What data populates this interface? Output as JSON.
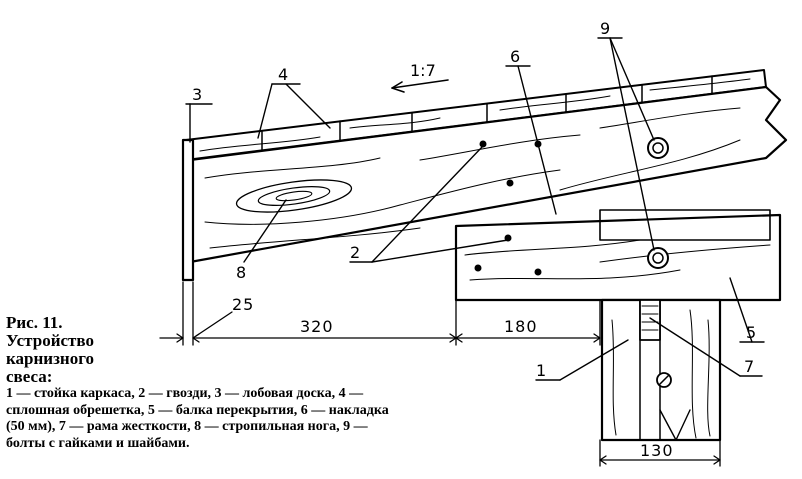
{
  "slope_label": "1:7",
  "callouts": {
    "c1": "1",
    "c2": "2",
    "c3": "3",
    "c4": "4",
    "c5": "5",
    "c6": "6",
    "c7": "7",
    "c8": "8",
    "c9": "9"
  },
  "dimensions": {
    "d25": "25",
    "d320": "320",
    "d180": "180",
    "d130": "130"
  },
  "caption": {
    "figure": "Рис. 11.",
    "title_line1": "Устройство",
    "title_line2": "карнизного",
    "title_line3": "свеса:",
    "legend_line1": "1 — стойка каркаса, 2 — гвозди, 3 — лобовая доска, 4 —",
    "legend_line2": "сплошная обрешетка, 5 — балка перекрытия, 6 — накладка",
    "legend_line3": "(50 мм), 7 — рама жесткости, 8 — стропильная нога, 9 —",
    "legend_line4": "болты с гайками и шайбами."
  }
}
